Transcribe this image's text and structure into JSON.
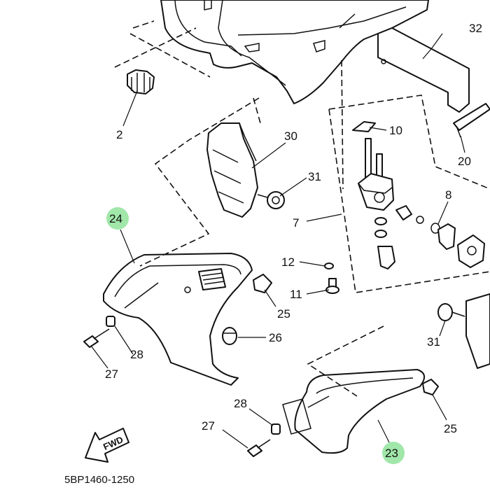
{
  "diagram": {
    "part_code": "5BP1460-1250",
    "direction_label": "FWD",
    "highlight_color": "#8fe39a",
    "callouts": {
      "c32": "32",
      "c10": "10",
      "c2": "2",
      "c30": "30",
      "c20": "20",
      "c31a": "31",
      "c8": "8",
      "c24": "24",
      "c7": "7",
      "c12": "12",
      "c11": "11",
      "c25a": "25",
      "c26": "26",
      "c28a": "28",
      "c27a": "27",
      "c31b": "31",
      "c28b": "28",
      "c25b": "25",
      "c27b": "27",
      "c23": "23"
    }
  }
}
